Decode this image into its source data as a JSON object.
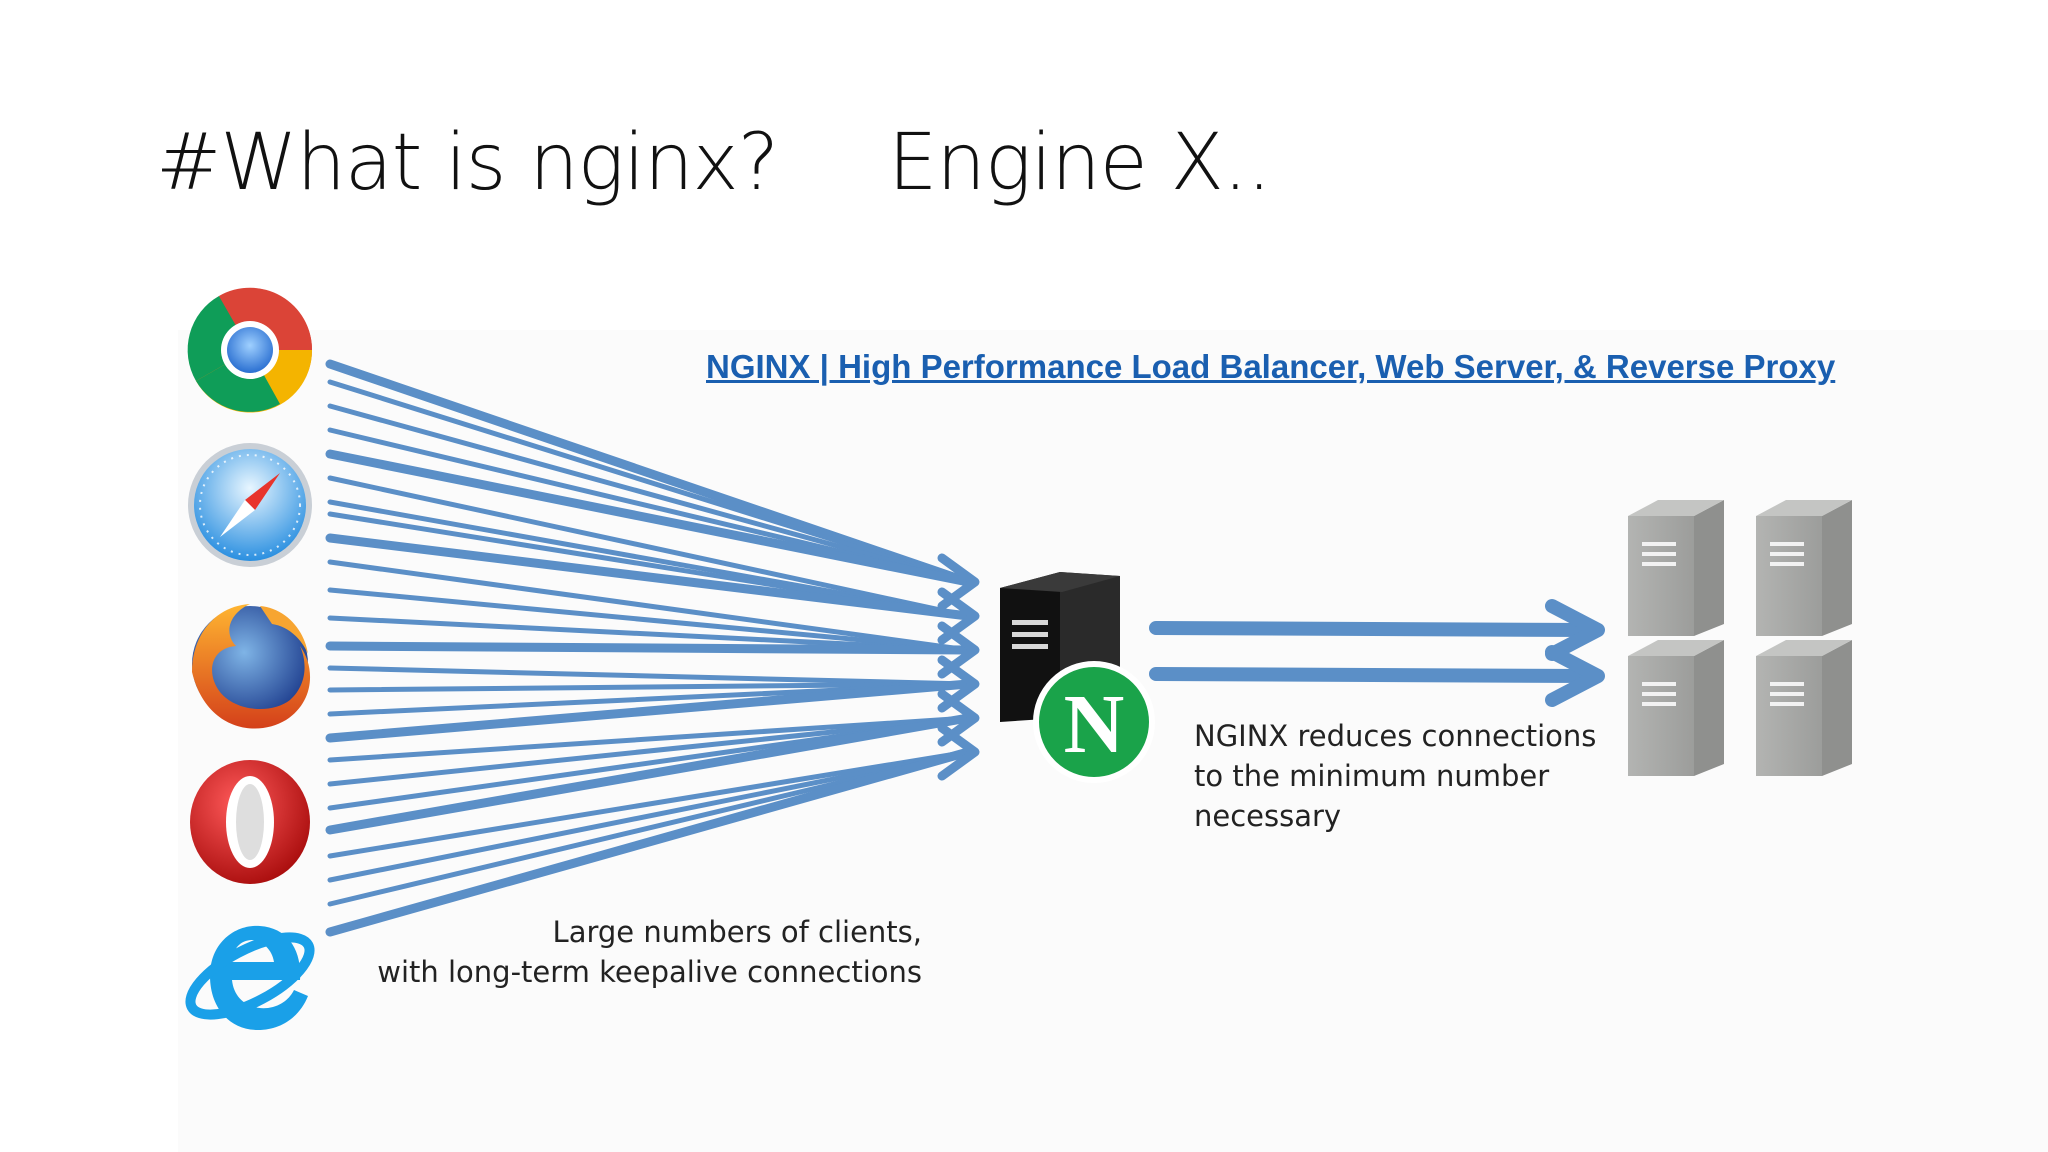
{
  "slide": {
    "title_part1": "#What is nginx?",
    "title_part2": "Engine X..",
    "link_text": "NGINX | High Performance Load Balancer, Web Server, & Reverse Proxy"
  },
  "diagram": {
    "clients_caption": [
      "Large numbers of clients,",
      "with long-term keepalive connections"
    ],
    "nginx_caption": [
      "NGINX reduces connections",
      "to the minimum number",
      "necessary"
    ],
    "nginx_letter": "N",
    "browsers": [
      "chrome-icon",
      "safari-icon",
      "firefox-icon",
      "opera-icon",
      "internet-explorer-icon"
    ],
    "backend_server_count": 4,
    "colors": {
      "arrow": "#5b8fc7",
      "nginx_green": "#1aa34a",
      "server_black": "#111111",
      "backend_gray": "#a7a8a6",
      "link": "#1a5fb0"
    }
  }
}
